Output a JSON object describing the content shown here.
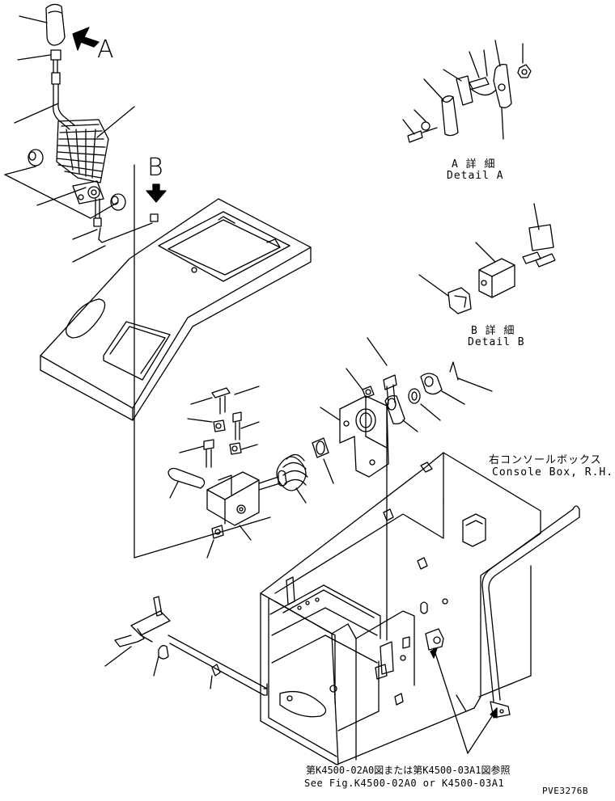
{
  "callouts": {
    "view_a": "A",
    "view_b": "B"
  },
  "detail_a": {
    "jp": "A 詳 細",
    "en": "Detail A"
  },
  "detail_b": {
    "jp": "B 詳 細",
    "en": "Detail B"
  },
  "console_box": {
    "jp": "右コンソールボックス",
    "en": "Console Box, R.H."
  },
  "reference": {
    "jp": "第K4500-02A0図または第K4500-03A1図参照",
    "en": "See Fig.K4500-02A0 or K4500-03A1"
  },
  "drawing_code": "PVE3276B",
  "colors": {
    "line": "#000000",
    "background": "#ffffff"
  }
}
